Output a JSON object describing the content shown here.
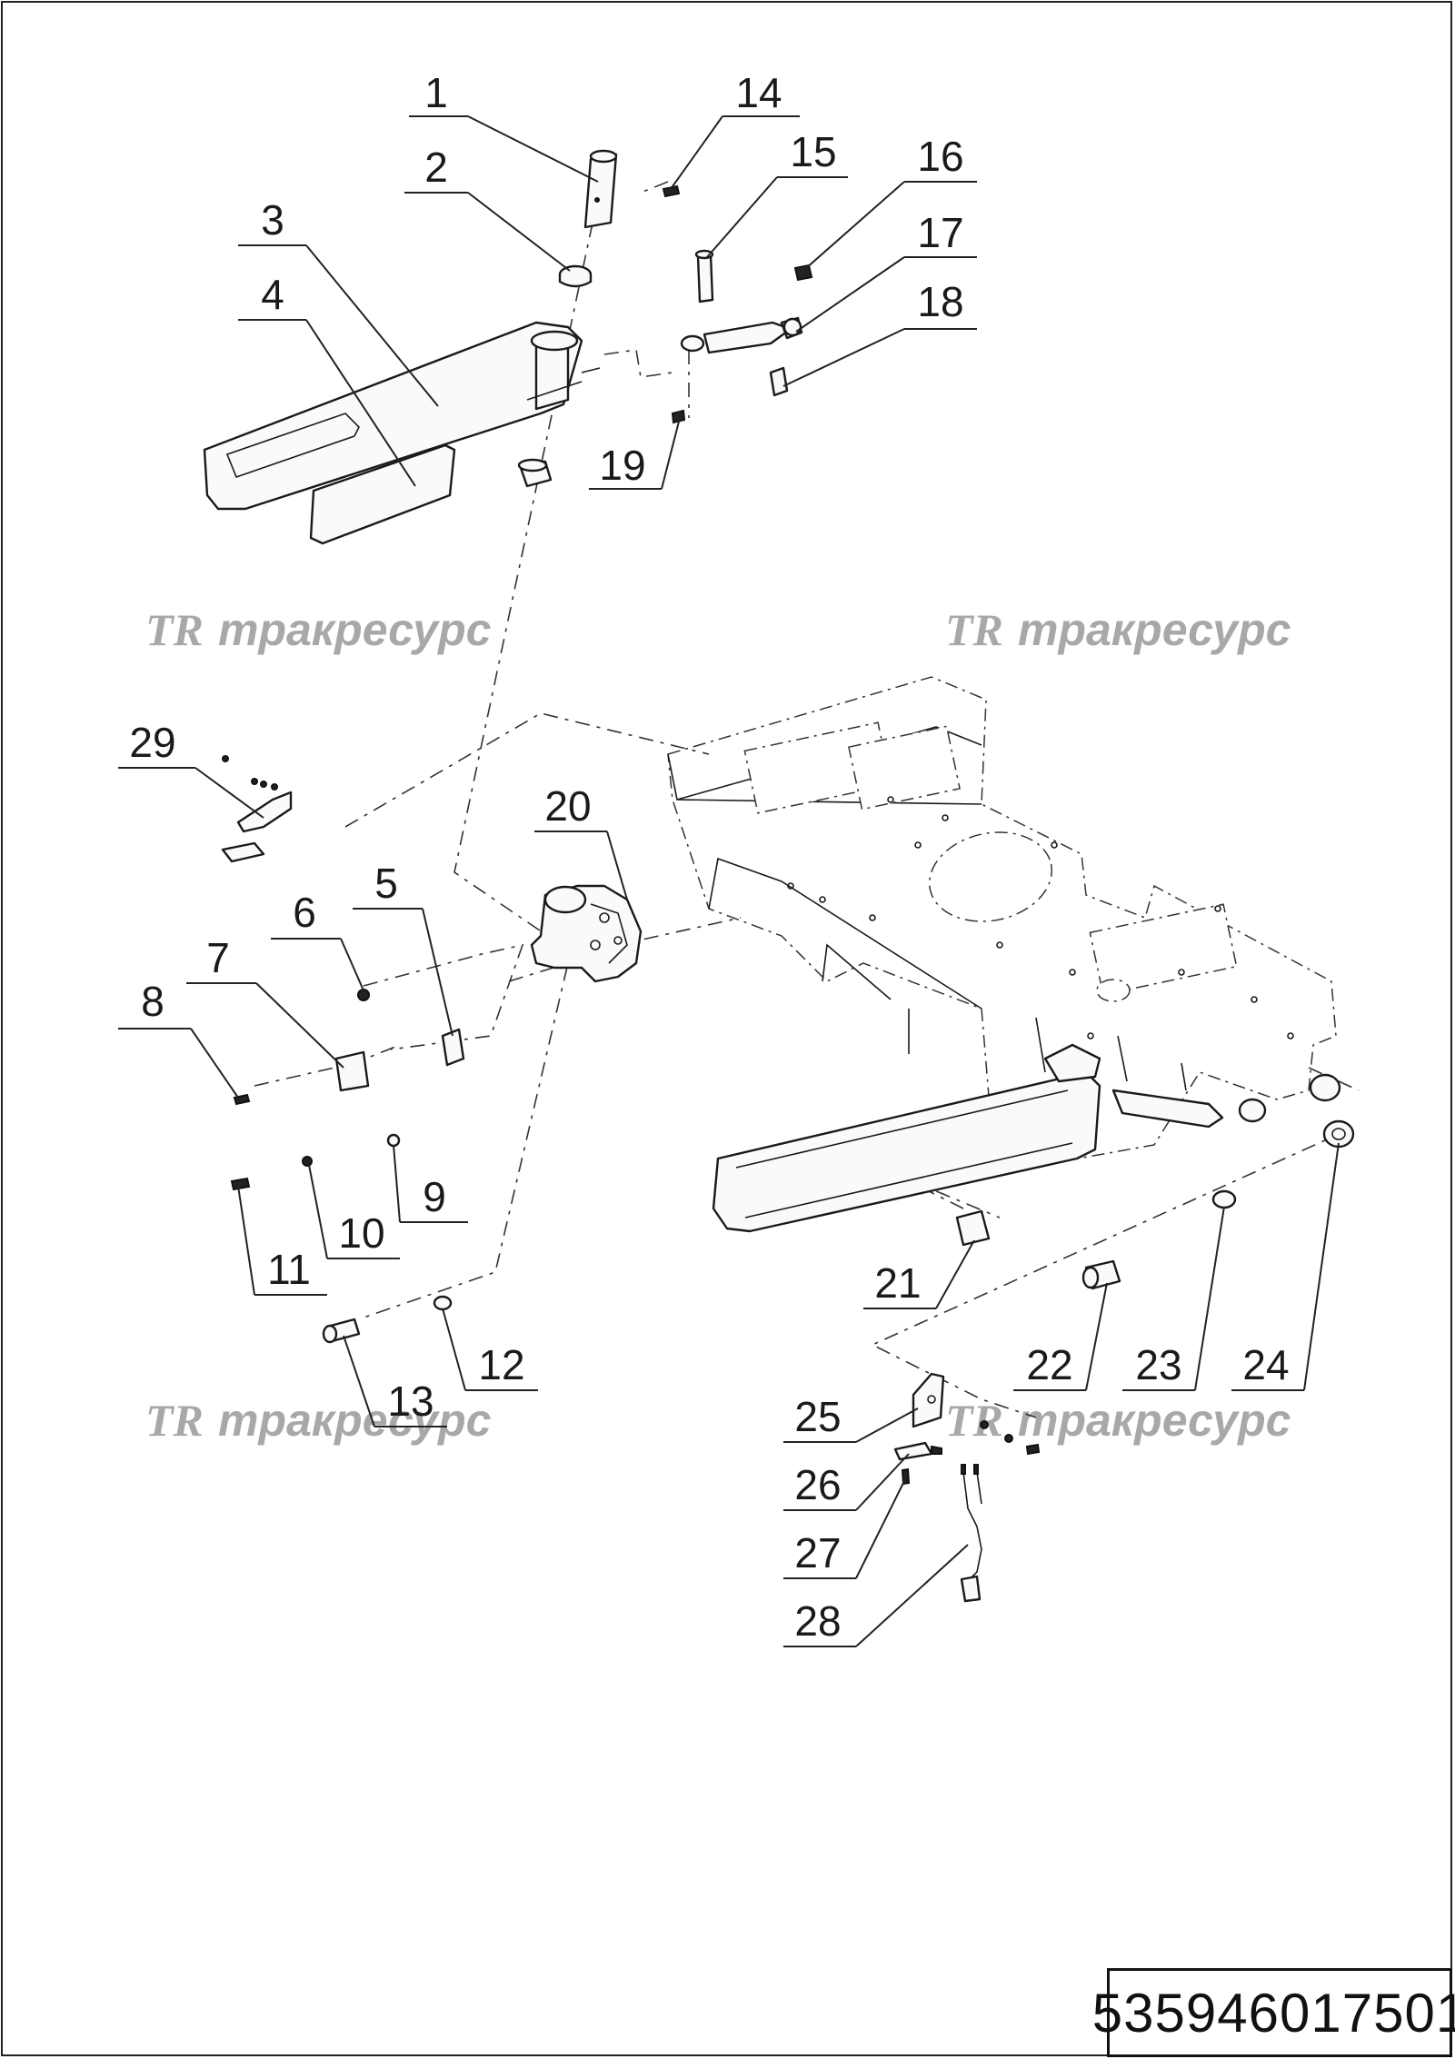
{
  "watermark": {
    "logo": "TR",
    "text": "тракресурс"
  },
  "drawing_number": "535946017501",
  "callouts": [
    "1",
    "2",
    "3",
    "4",
    "5",
    "6",
    "7",
    "8",
    "9",
    "10",
    "11",
    "12",
    "13",
    "14",
    "15",
    "16",
    "17",
    "18",
    "19",
    "20",
    "21",
    "22",
    "23",
    "24",
    "25",
    "26",
    "27",
    "28",
    "29"
  ]
}
